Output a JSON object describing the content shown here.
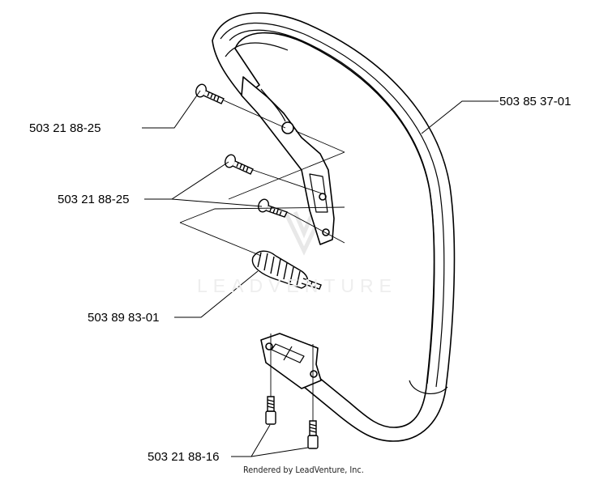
{
  "parts": [
    {
      "id": "handle",
      "number": "503 85 37-01"
    },
    {
      "id": "screw-top",
      "number": "503 21 88-25"
    },
    {
      "id": "screws-middle",
      "number": "503 21 88-25"
    },
    {
      "id": "spring",
      "number": "503 89 83-01"
    },
    {
      "id": "screws-bottom",
      "number": "503 21 88-16"
    }
  ],
  "watermark": {
    "text": "LEADVENTURE"
  },
  "footer": {
    "credit": "Rendered by LeadVenture, Inc."
  },
  "colors": {
    "line": "#000000",
    "watermark": "#eeeeee"
  }
}
